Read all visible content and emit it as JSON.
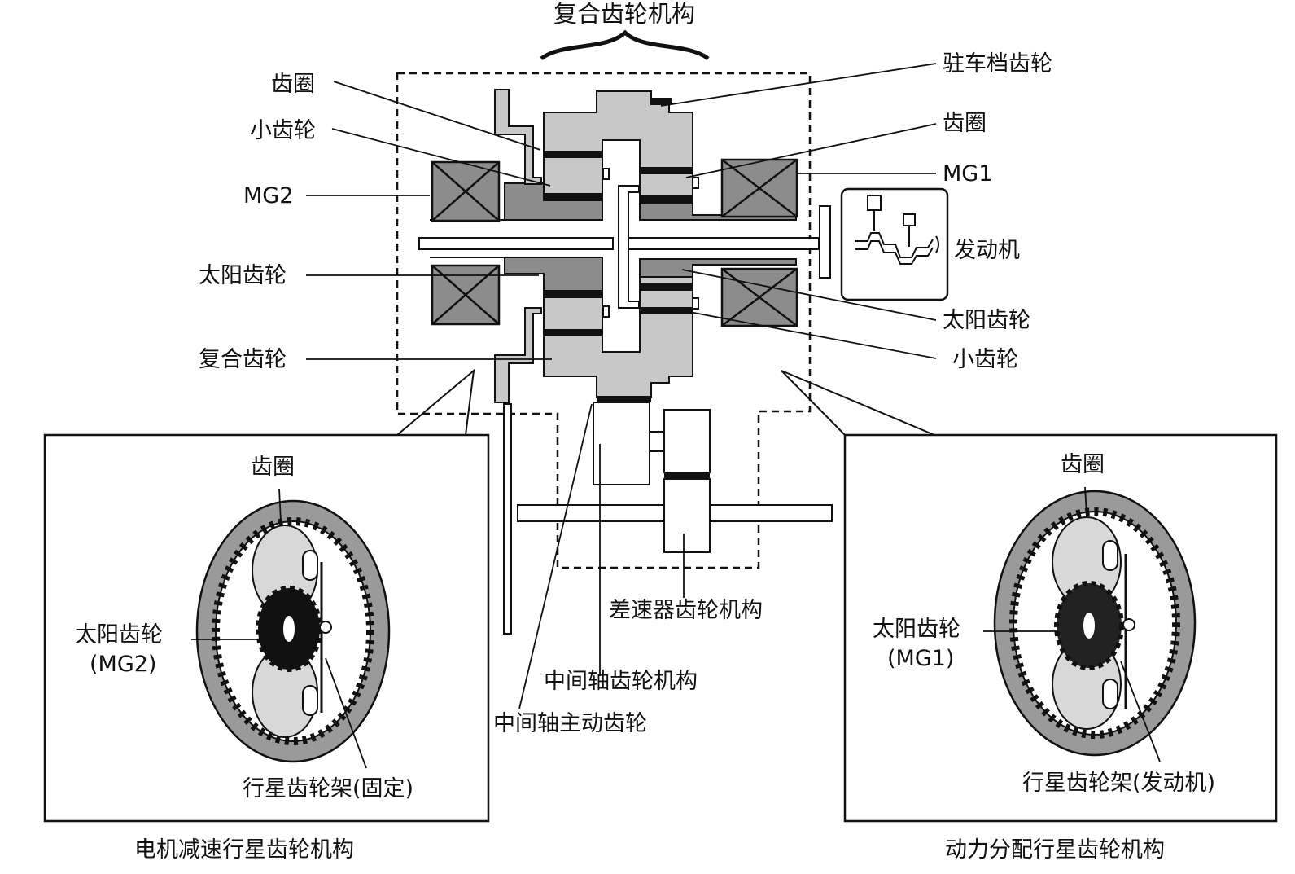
{
  "title": "复合齿轮机构",
  "left_labels": {
    "ring_gear": "齿圈",
    "pinion": "小齿轮",
    "mg2": "MG2",
    "sun_gear": "太阳齿轮",
    "compound_gear": "复合齿轮"
  },
  "right_labels": {
    "parking_gear": "驻车档齿轮",
    "ring_gear": "齿圈",
    "mg1": "MG1",
    "engine": "发动机",
    "sun_gear": "太阳齿轮",
    "pinion": "小齿轮"
  },
  "center_labels": {
    "differential": "差速器齿轮机构",
    "counter_gear_unit": "中间轴齿轮机构",
    "counter_drive_gear": "中间轴主动齿轮"
  },
  "left_inset": {
    "ring_gear": "齿圈",
    "sun_gear": "太阳齿轮",
    "sun_gear_sub": "(MG2)",
    "carrier": "行星齿轮架(固定)",
    "caption": "电机减速行星齿轮机构"
  },
  "right_inset": {
    "ring_gear": "齿圈",
    "sun_gear": "太阳齿轮",
    "sun_gear_sub": "(MG1)",
    "carrier": "行星齿轮架(发动机)",
    "caption": "动力分配行星齿轮机构"
  },
  "colors": {
    "light_gray": "#c8c8c8",
    "dark_gray": "#8c8c8c",
    "black": "#111111",
    "ring_fill": "#9a9a9a"
  }
}
